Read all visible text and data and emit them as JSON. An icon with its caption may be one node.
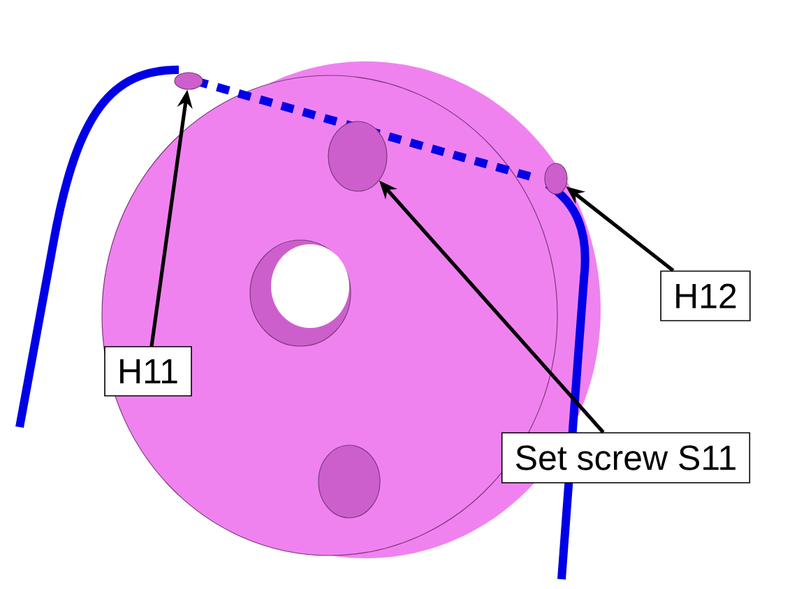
{
  "diagram": {
    "nodes": [
      {
        "text": [
          "H11"
        ]
      },
      {
        "text": [
          "H12"
        ]
      },
      {
        "text": [
          "Set screw S11"
        ]
      },
      {
        "text": [],
        "shape": "circle"
      },
      {
        "text": [],
        "shape": "circle"
      },
      {
        "text": [],
        "shape": "circle"
      }
    ],
    "edges": [
      {
        "from": 0,
        "to": 3,
        "arrow": "to"
      },
      {
        "from": 1,
        "to": 4,
        "arrow": "to"
      },
      {
        "from": 2,
        "to": 5,
        "arrow": "to"
      }
    ]
  }
}
